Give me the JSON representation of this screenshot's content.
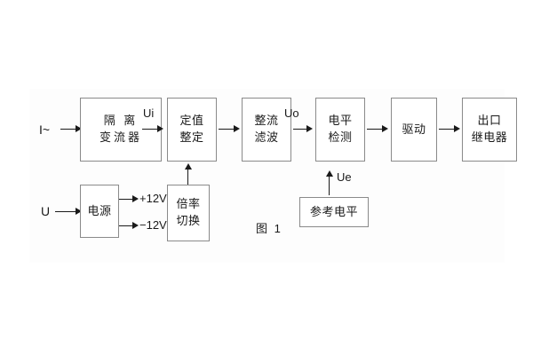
{
  "figure": {
    "caption": "图 1",
    "inputs": [
      {
        "name": "current-input",
        "label": "I~"
      },
      {
        "name": "voltage-input",
        "label": "U"
      }
    ],
    "blocks": [
      {
        "id": "isolation-transformer",
        "lines": [
          "隔 离",
          "变流器"
        ]
      },
      {
        "id": "setting-adjustment",
        "lines": [
          "定值",
          "整定"
        ]
      },
      {
        "id": "rectifier-filter",
        "lines": [
          "整流",
          "滤波"
        ]
      },
      {
        "id": "level-detection",
        "lines": [
          "电平",
          "检测"
        ]
      },
      {
        "id": "driver",
        "lines": [
          "驱动"
        ]
      },
      {
        "id": "output-relay",
        "lines": [
          "出口",
          "继电器"
        ]
      },
      {
        "id": "power-supply",
        "lines": [
          "电源"
        ]
      },
      {
        "id": "ratio-switching",
        "lines": [
          "倍率",
          "切换"
        ]
      },
      {
        "id": "reference-level",
        "lines": [
          "参考电平"
        ]
      }
    ],
    "signals": [
      {
        "id": "ui",
        "label": "Ui"
      },
      {
        "id": "uo",
        "label": "Uo"
      },
      {
        "id": "ue",
        "label": "Ue"
      },
      {
        "id": "pos12v",
        "label": "+12V"
      },
      {
        "id": "neg12v",
        "label": "−12V"
      }
    ],
    "colors": {
      "background": "#ffffff",
      "panel": "#fdfdfd",
      "box_border": "#8a8a8a",
      "text": "#1a1a1a",
      "connector": "#1a1a1a"
    }
  }
}
